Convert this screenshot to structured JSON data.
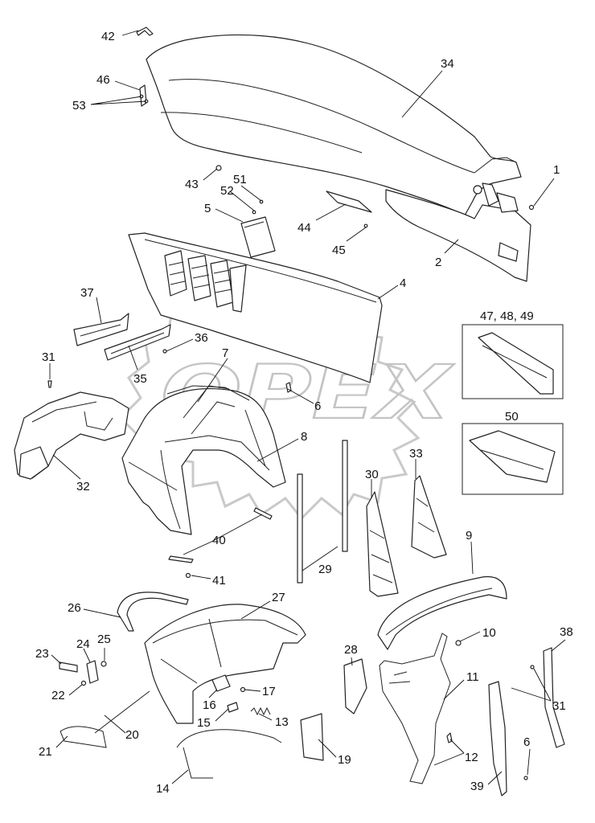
{
  "watermark": {
    "brand": "OPEX"
  },
  "callouts": [
    {
      "n": "42"
    },
    {
      "n": "46"
    },
    {
      "n": "53"
    },
    {
      "n": "34"
    },
    {
      "n": "1"
    },
    {
      "n": "43"
    },
    {
      "n": "51"
    },
    {
      "n": "52"
    },
    {
      "n": "5"
    },
    {
      "n": "44"
    },
    {
      "n": "45"
    },
    {
      "n": "2"
    },
    {
      "n": "4"
    },
    {
      "n": "37"
    },
    {
      "n": "36"
    },
    {
      "n": "7"
    },
    {
      "n": "31"
    },
    {
      "n": "35"
    },
    {
      "n": "6"
    },
    {
      "n": "47, 48, 49"
    },
    {
      "n": "8"
    },
    {
      "n": "50"
    },
    {
      "n": "32"
    },
    {
      "n": "33"
    },
    {
      "n": "30"
    },
    {
      "n": "40"
    },
    {
      "n": "9"
    },
    {
      "n": "29"
    },
    {
      "n": "41"
    },
    {
      "n": "26"
    },
    {
      "n": "27"
    },
    {
      "n": "10"
    },
    {
      "n": "38"
    },
    {
      "n": "23"
    },
    {
      "n": "24"
    },
    {
      "n": "25"
    },
    {
      "n": "28"
    },
    {
      "n": "11"
    },
    {
      "n": "22"
    },
    {
      "n": "17"
    },
    {
      "n": "16"
    },
    {
      "n": "31"
    },
    {
      "n": "15"
    },
    {
      "n": "13"
    },
    {
      "n": "20"
    },
    {
      "n": "21"
    },
    {
      "n": "6"
    },
    {
      "n": "19"
    },
    {
      "n": "12"
    },
    {
      "n": "14"
    },
    {
      "n": "39"
    }
  ]
}
